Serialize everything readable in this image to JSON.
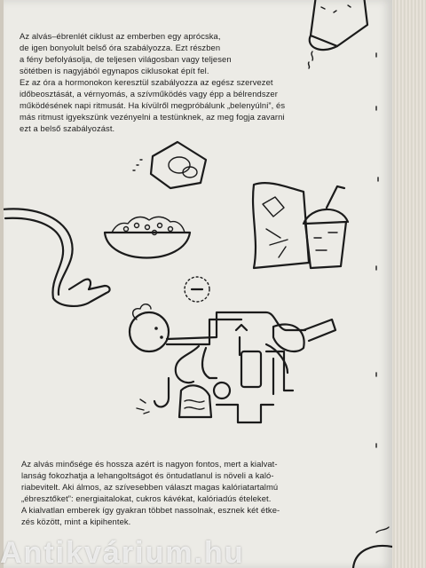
{
  "top_paragraph": [
    "Az alvás–ébrenlét ciklust az emberben egy aprócska,",
    "de igen bonyolult belső óra szabályozza. Ezt részben",
    "a fény befolyásolja, de teljesen világosban vagy teljesen",
    "sötétben is nagyjából egynapos ciklusokat épít fel.",
    "Ez az óra a hormonokon keresztül szabályozza az egész szervezet",
    "időbeosztását, a vérnyomás, a szívműködés vagy épp a bélrendszer",
    "működésének napi ritmusát. Ha kívülről megpróbálunk „belenyúlni”, és",
    "más ritmust igyekszünk vezényelni a testünknek, az meg fogja zavarni",
    "ezt a belső szabályozást."
  ],
  "bottom_paragraph": [
    "Az alvás minősége és hossza azért is nagyon fontos, mert a kialvat-",
    "lanság fokozhatja a lehangoltságot és öntudatlanul is növeli a kaló-",
    "riabevitelt. Aki álmos, az szívesebben választ magas kalóriatartalmú",
    "„ébresztőket”: energiaitalokat, cukros kávékat, kalóriadús ételeket.",
    "A kialvatlan emberek így gyakran többet nassolnak, esznek két étke-",
    "zés között, mint a kipihentek."
  ],
  "watermark": "Antikvárium.hu",
  "colors": {
    "paper": "#ecebe6",
    "ink": "#1b1b1b",
    "background": "#cfc9be"
  }
}
